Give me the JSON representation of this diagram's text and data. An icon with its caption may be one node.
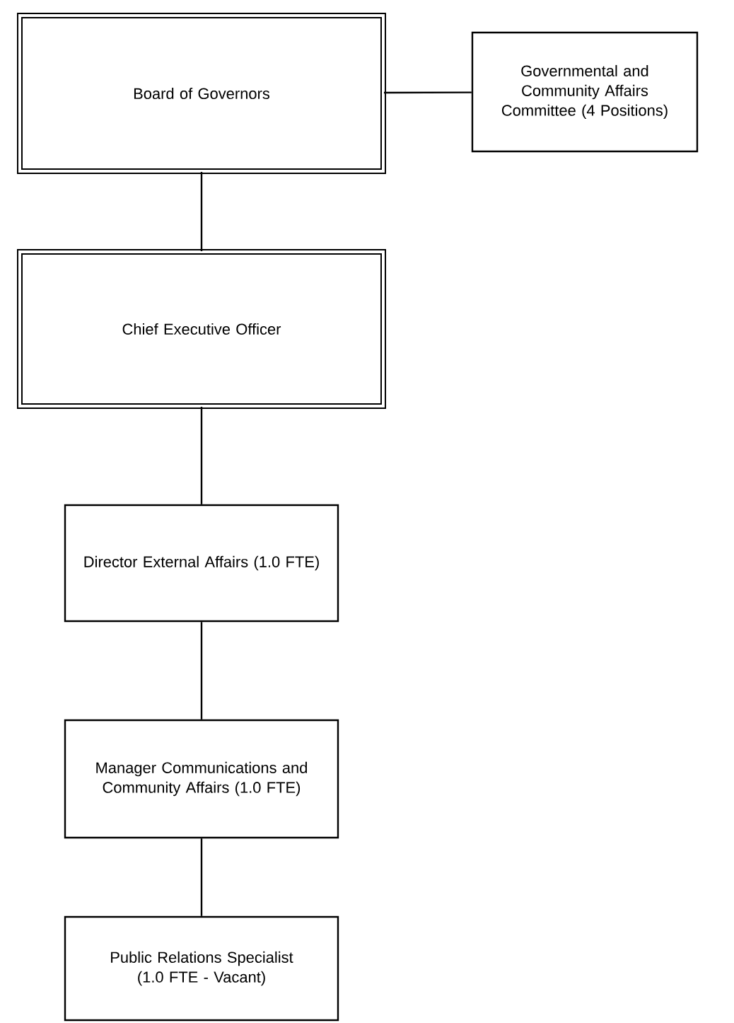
{
  "diagram": {
    "nodes": [
      {
        "text": [
          "Board of Governors"
        ]
      },
      {
        "text": [
          "Governmental and Community Affairs Committee (4 Positions)"
        ]
      },
      {
        "text": [
          "Chief Executive Officer"
        ]
      },
      {
        "text": [
          "Director External Affairs (1.0 FTE)"
        ]
      },
      {
        "text": [
          "Manager Communications and Community Affairs (1.0 FTE)"
        ]
      },
      {
        "text": [
          "Public Relations Specialist (1.0 FTE - Vacant)"
        ]
      }
    ],
    "edges": [
      {
        "from": 0,
        "to": 1,
        "arrow": "none"
      },
      {
        "from": 0,
        "to": 2,
        "arrow": "none"
      },
      {
        "from": 2,
        "to": 3,
        "arrow": "none"
      },
      {
        "from": 3,
        "to": 4,
        "arrow": "none"
      },
      {
        "from": 4,
        "to": 5,
        "arrow": "none"
      }
    ]
  }
}
